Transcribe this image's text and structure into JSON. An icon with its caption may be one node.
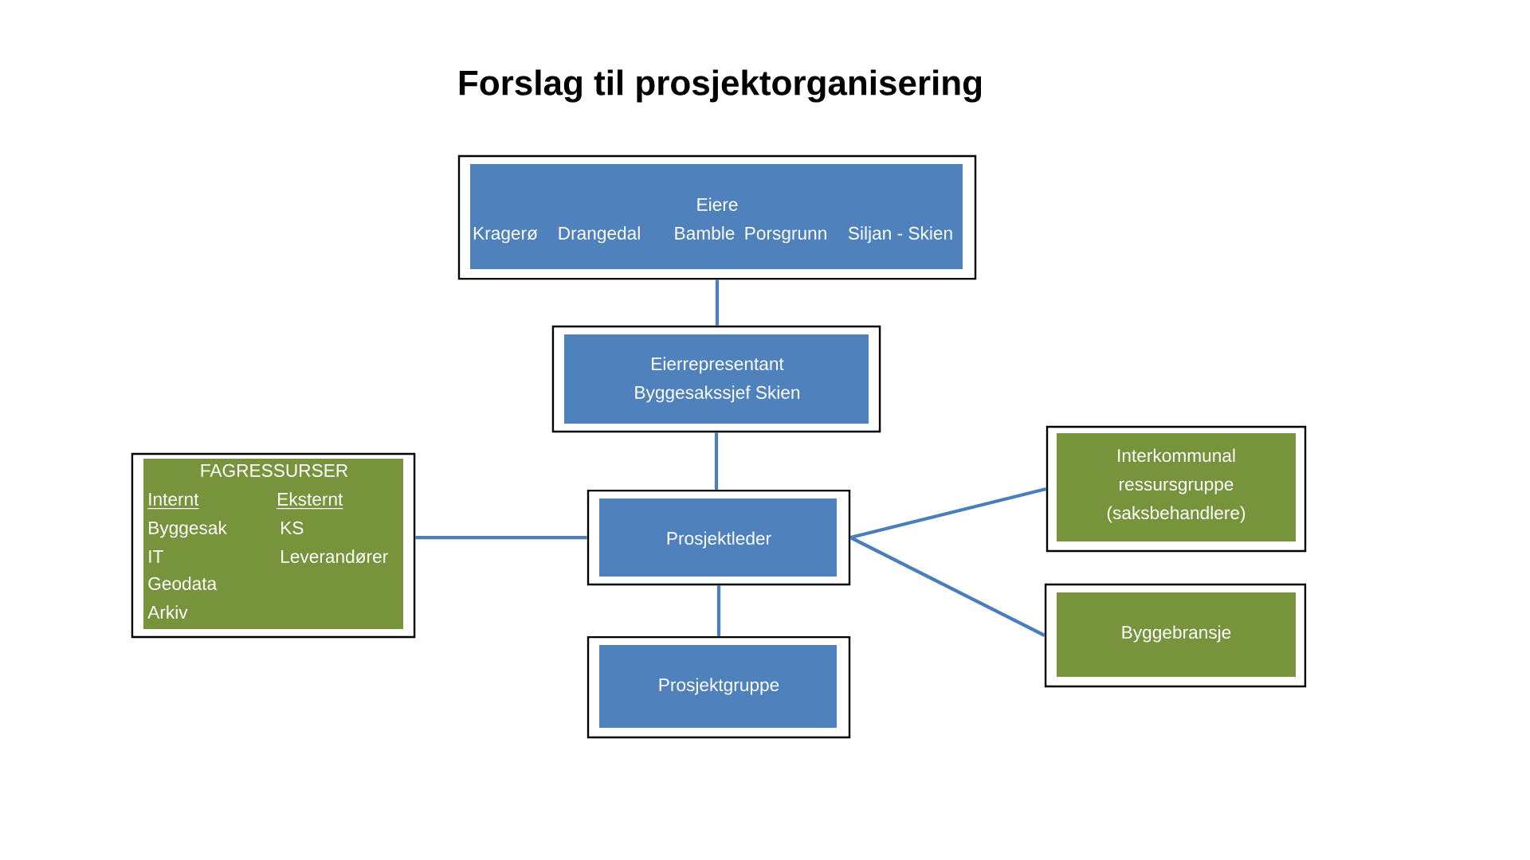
{
  "diagram": {
    "title": "Forslag til prosjektorganisering",
    "nodes": [
      {
        "text": [
          "Eiere",
          "Kragerø",
          "Drangedal",
          "Bamble",
          "Porsgrunn",
          "Siljan - Skien"
        ]
      },
      {
        "text": [
          "Eierrepresentant",
          "Byggesakssjef Skien"
        ]
      },
      {
        "text": [
          "FAGRESSURSER",
          "Internt",
          "Eksternt",
          "Byggesak",
          "KS",
          "IT",
          "Leverandører",
          "Geodata",
          "Arkiv"
        ]
      },
      {
        "text": [
          "Prosjektleder"
        ]
      },
      {
        "text": [
          "Interkommunal ressursgruppe (saksbehandlere)"
        ]
      },
      {
        "text": [
          "Byggebransje"
        ]
      },
      {
        "text": [
          "Prosjektgruppe"
        ]
      }
    ],
    "edges": [
      {
        "from": 0,
        "to": 1,
        "arrow": "none"
      },
      {
        "from": 1,
        "to": 3,
        "arrow": "none"
      },
      {
        "from": 2,
        "to": 3,
        "arrow": "none"
      },
      {
        "from": 3,
        "to": 4,
        "arrow": "none"
      },
      {
        "from": 3,
        "to": 5,
        "arrow": "none"
      },
      {
        "from": 3,
        "to": 6,
        "arrow": "none"
      }
    ]
  }
}
